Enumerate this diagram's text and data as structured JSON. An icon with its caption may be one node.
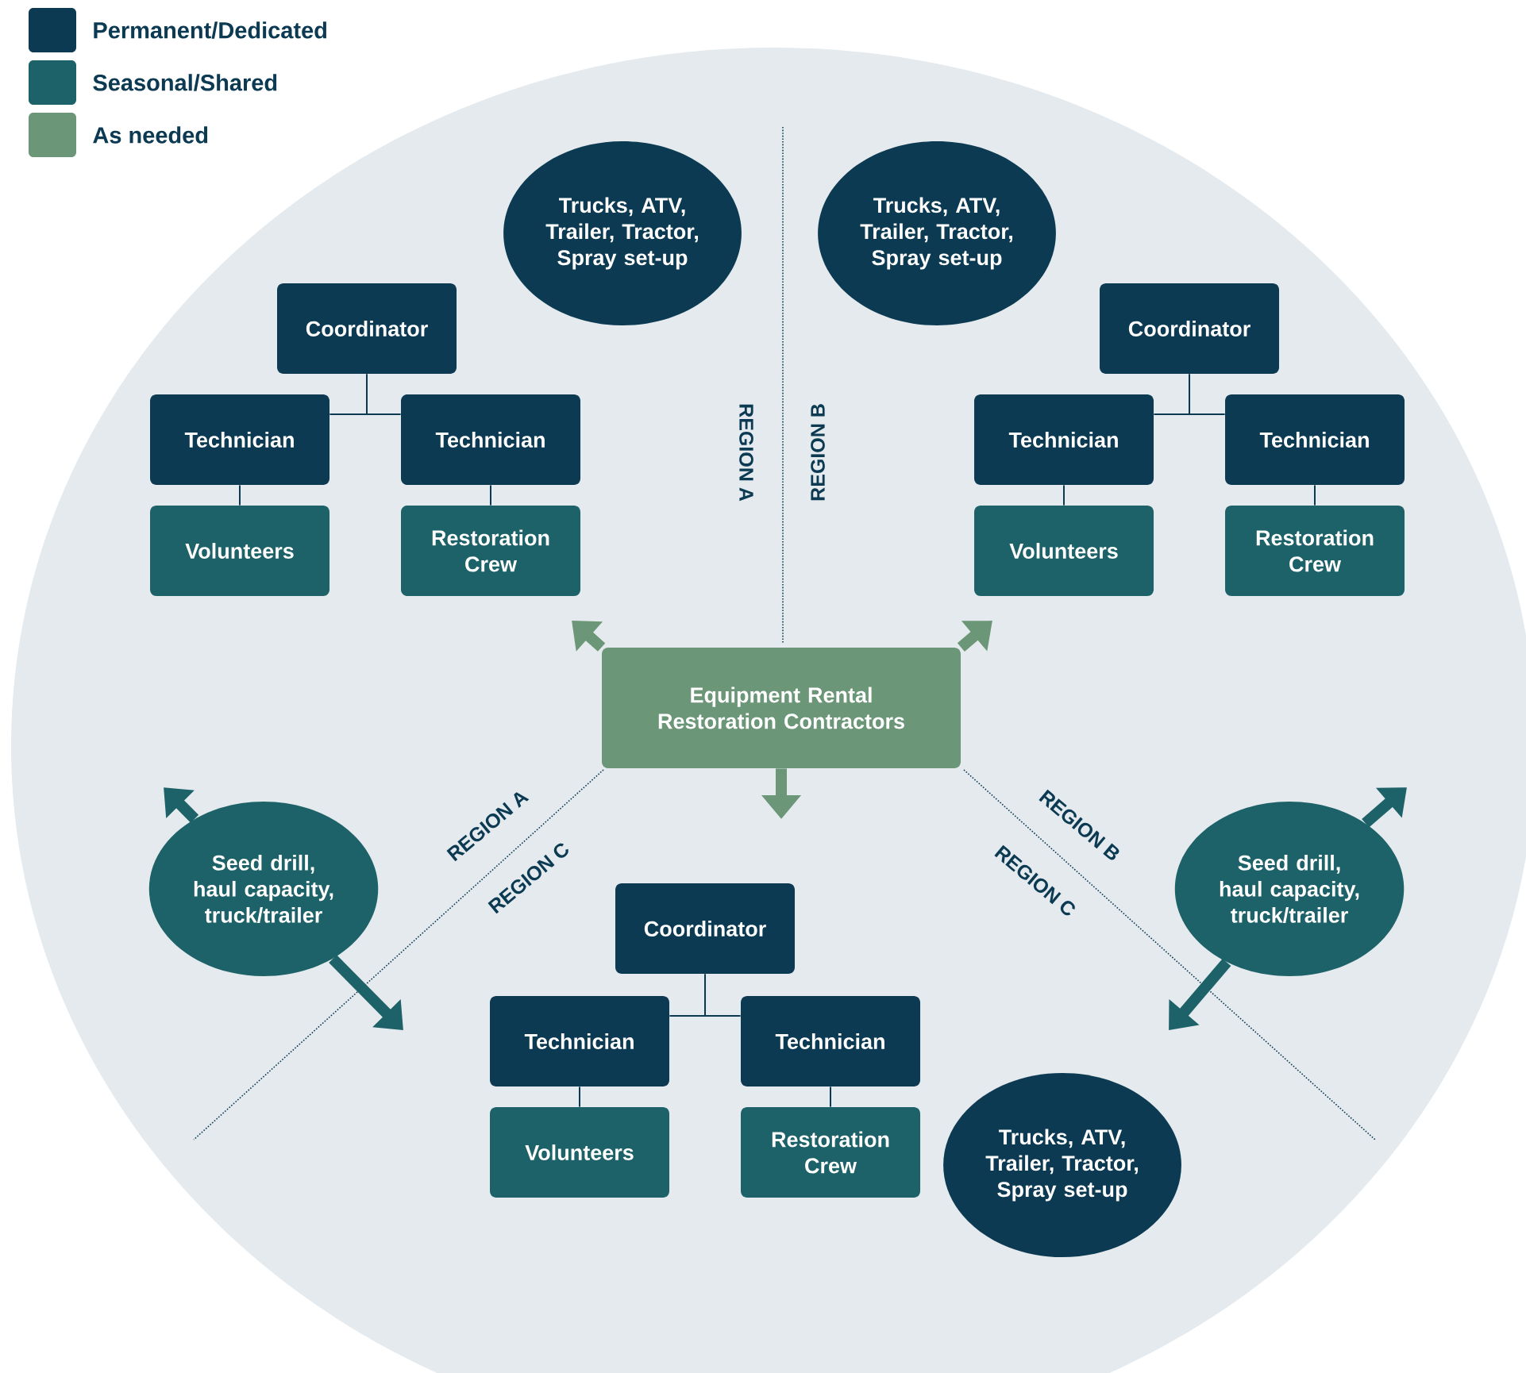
{
  "diagram": {
    "nodes": [
      {
        "text": [
          "Trucks, ATV, Trailer, Tractor, Spray set-up"
        ]
      },
      {
        "text": [
          "Trucks, ATV, Trailer, Tractor, Spray set-up"
        ]
      },
      {
        "text": [
          "Coordinator"
        ]
      },
      {
        "text": [
          "Technician"
        ]
      },
      {
        "text": [
          "Technician"
        ]
      },
      {
        "text": [
          "Volunteers"
        ]
      },
      {
        "text": [
          "Restoration Crew"
        ]
      },
      {
        "text": [
          "Coordinator"
        ]
      },
      {
        "text": [
          "Technician"
        ]
      },
      {
        "text": [
          "Technician"
        ]
      },
      {
        "text": [
          "Volunteers"
        ]
      },
      {
        "text": [
          "Restoration Crew"
        ]
      },
      {
        "text": [
          "Equipment Rental Restoration Contractors"
        ]
      },
      {
        "text": [
          "Seed drill, haul capacity, truck/trailer"
        ]
      },
      {
        "text": [
          "Seed drill, haul capacity, truck/trailer"
        ]
      },
      {
        "text": [
          "Coordinator"
        ]
      },
      {
        "text": [
          "Technician"
        ]
      },
      {
        "text": [
          "Technician"
        ]
      },
      {
        "text": [
          "Volunteers"
        ]
      },
      {
        "text": [
          "Restoration Crew"
        ]
      },
      {
        "text": [
          "Trucks, ATV, Trailer, Tractor, Spray set-up"
        ]
      }
    ],
    "edges": [
      {
        "from": 2,
        "to": 3,
        "arrow": "none"
      },
      {
        "from": 2,
        "to": 4,
        "arrow": "none"
      },
      {
        "from": 3,
        "to": 5,
        "arrow": "none"
      },
      {
        "from": 4,
        "to": 6,
        "arrow": "none"
      },
      {
        "from": 7,
        "to": 8,
        "arrow": "none"
      },
      {
        "from": 7,
        "to": 9,
        "arrow": "none"
      },
      {
        "from": 8,
        "to": 10,
        "arrow": "none"
      },
      {
        "from": 9,
        "to": 11,
        "arrow": "none"
      },
      {
        "from": 12,
        "to": null,
        "arrow": "to",
        "style": "thick",
        "color": "#6b9677"
      },
      {
        "from": 12,
        "to": null,
        "arrow": "to",
        "style": "thick",
        "color": "#6b9677"
      },
      {
        "from": 12,
        "to": null,
        "arrow": "to",
        "style": "thick",
        "color": "#6b9677"
      },
      {
        "from": 13,
        "to": null,
        "arrow": "to",
        "style": "thick",
        "color": "#1d6268"
      },
      {
        "from": 13,
        "to": null,
        "arrow": "to",
        "style": "thick",
        "color": "#1d6268"
      },
      {
        "from": 14,
        "to": null,
        "arrow": "to",
        "style": "thick",
        "color": "#1d6268"
      },
      {
        "from": 14,
        "to": null,
        "arrow": "to",
        "style": "thick",
        "color": "#1d6268"
      },
      {
        "from": 15,
        "to": 16,
        "arrow": "none"
      },
      {
        "from": 15,
        "to": 17,
        "arrow": "none"
      },
      {
        "from": 16,
        "to": 18,
        "arrow": "none"
      },
      {
        "from": 17,
        "to": 19,
        "arrow": "none"
      }
    ],
    "labels": [
      "REGION A",
      "REGION B",
      "REGION A",
      "REGION B",
      "REGION C",
      "REGION C"
    ],
    "legend": [
      {
        "text": "Permanent/Dedicated",
        "color": "#0b3a52"
      },
      {
        "text": "Seasonal/Shared",
        "color": "#1d6268"
      },
      {
        "text": "As needed",
        "color": "#6b9677"
      }
    ]
  }
}
